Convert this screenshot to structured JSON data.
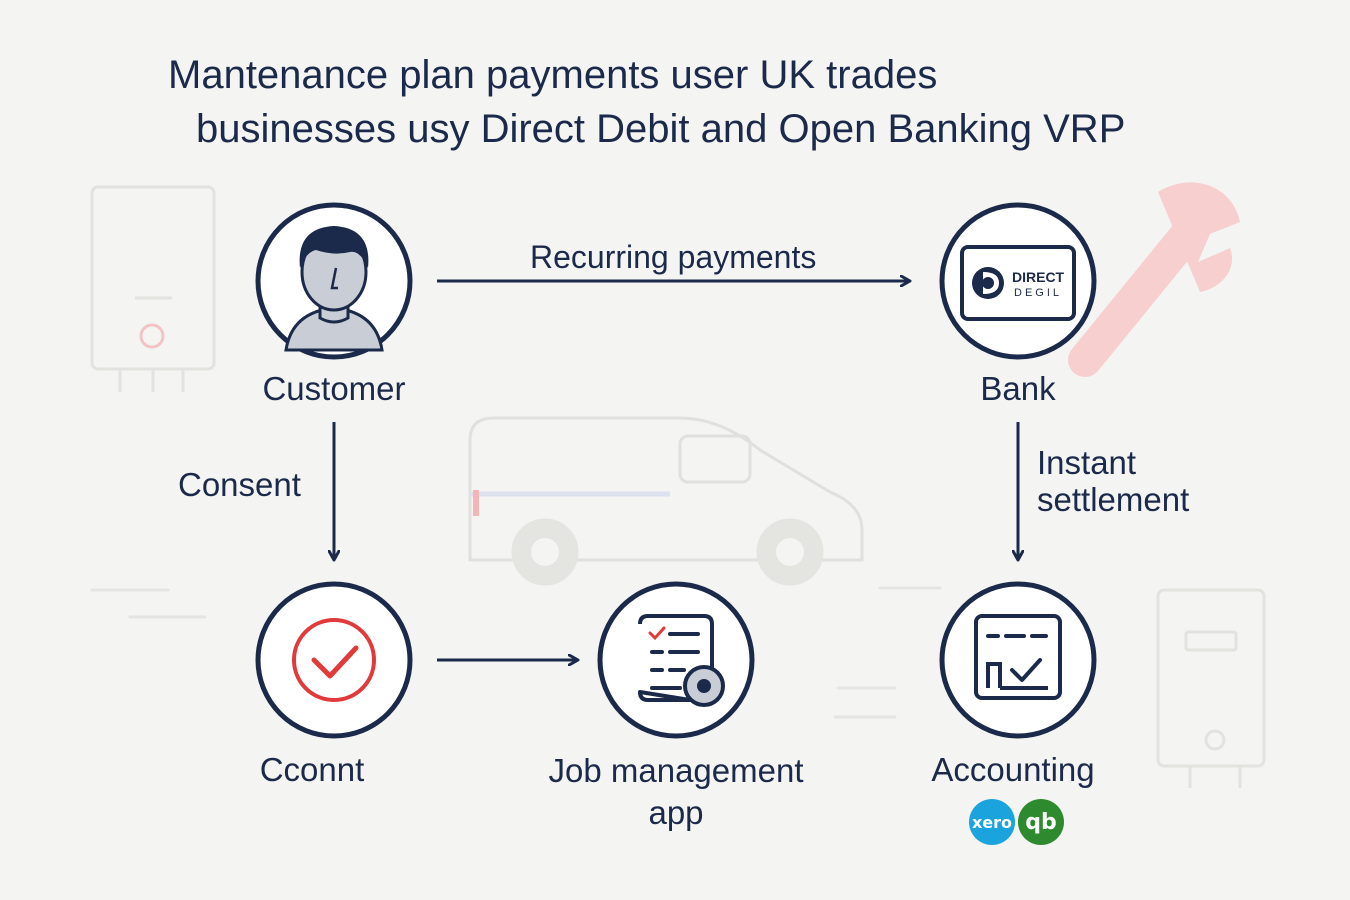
{
  "title": {
    "line1": "Mantenance plan payments user UK trades",
    "line2": "businesses usy Direct Debit and Open Banking VRP"
  },
  "nodes": {
    "customer": {
      "label": "Customer",
      "icon": "person-icon"
    },
    "bank": {
      "label": "Bank",
      "icon": "direct-debit-icon",
      "logo_text_1": "DIRECT",
      "logo_text_2": "DEGIL"
    },
    "consent": {
      "label": "Cconnt",
      "icon": "checkmark-icon"
    },
    "job_app": {
      "label_line1": "Job management",
      "label_line2": "app",
      "icon": "checklist-gear-icon"
    },
    "accounting": {
      "label": "Accounting",
      "icon": "ledger-icon"
    }
  },
  "edges": {
    "recurring": {
      "label": "Recurring payments"
    },
    "consent": {
      "label": "Consent"
    },
    "settlement": {
      "label_line1": "Instant",
      "label_line2": "settlement"
    }
  },
  "integrations": {
    "xero": {
      "label": "xero",
      "color": "#1aa3dc"
    },
    "quickbooks": {
      "label": "qb",
      "color": "#2e8a2e"
    }
  },
  "colors": {
    "navy": "#1b2a4a",
    "accent_red": "#e03a3a",
    "background": "#f4f4f2",
    "decor": "#e3e3e0"
  }
}
